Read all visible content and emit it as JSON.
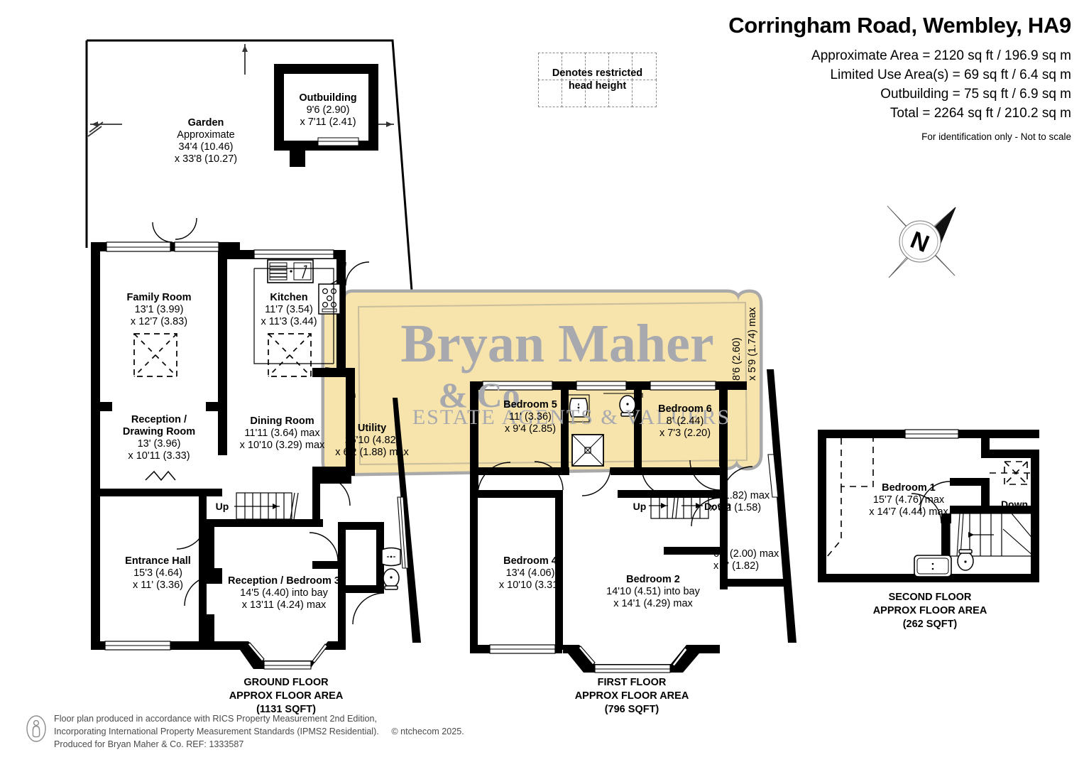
{
  "header": {
    "title": "Corringham Road, Wembley, HA9",
    "areas": [
      "Approximate Area = 2120 sq ft / 196.9 sq m",
      "Limited Use Area(s) = 69 sq ft / 6.4 sq m",
      "Outbuilding = 75 sq ft / 6.9 sq m",
      "Total = 2264 sq ft / 210.2 sq m"
    ],
    "disclaimer": "For identification only - Not to scale"
  },
  "legend": {
    "line1": "Denotes restricted",
    "line2": "head height"
  },
  "watermark": {
    "line1": "Bryan Maher",
    "line2": "& Co",
    "line3": "ESTATE AGENTS & VALUERS",
    "fill": "#F7E3AC",
    "border": "#A9A9A9",
    "text_color": "#A8A9AE"
  },
  "compass": {
    "label": "N"
  },
  "floors": [
    {
      "key": "ground",
      "caption": [
        "GROUND FLOOR",
        "APPROX FLOOR AREA",
        "(1131 SQFT)"
      ]
    },
    {
      "key": "first",
      "caption": [
        "FIRST FLOOR",
        "APPROX FLOOR AREA",
        "(796 SQFT)"
      ]
    },
    {
      "key": "second",
      "caption": [
        "SECOND FLOOR",
        "APPROX FLOOR AREA",
        "(262 SQFT)"
      ]
    }
  ],
  "rooms": {
    "garden": {
      "name": "Garden",
      "d1": "Approximate",
      "d2": "34'4 (10.46)",
      "d3": "x 33'8 (10.27)"
    },
    "outbuilding": {
      "name": "Outbuilding",
      "d1": "9'6 (2.90)",
      "d2": "x 7'11 (2.41)",
      "d3": ""
    },
    "family": {
      "name": "Family Room",
      "d1": "13'1 (3.99)",
      "d2": "x 12'7 (3.83)",
      "d3": ""
    },
    "kitchen": {
      "name": "Kitchen",
      "d1": "11'7 (3.54)",
      "d2": "x 11'3 (3.44)",
      "d3": ""
    },
    "reception": {
      "name": "Reception /",
      "name2": "Drawing Room",
      "d1": "13' (3.96)",
      "d2": "x 10'11 (3.33)"
    },
    "dining": {
      "name": "Dining Room",
      "d1": "11'11 (3.64) max",
      "d2": "x 10'10 (3.29) max",
      "d3": ""
    },
    "utility": {
      "name": "Utility",
      "d1": "15'10 (4.82)",
      "d2": "x 6'2 (1.88) max",
      "d3": ""
    },
    "entrance": {
      "name": "Entrance Hall",
      "d1": "15'3 (4.64)",
      "d2": "x 11' (3.36)",
      "d3": ""
    },
    "bedroom3": {
      "name": "Reception / Bedroom 3",
      "d1": "14'5 (4.40) into bay",
      "d2": "x 13'11 (4.24) max",
      "d3": ""
    },
    "bedroom5": {
      "name": "Bedroom 5",
      "d1": "11' (3.36)",
      "d2": "x 9'4 (2.85)",
      "d3": ""
    },
    "bedroom6": {
      "name": "Bedroom 6",
      "d1": "8' (2.44)",
      "d2": "x 7'3 (2.20)",
      "d3": ""
    },
    "bedroom4": {
      "name": "Bedroom 4",
      "d1": "13'4 (4.06)",
      "d2": "x 10'10 (3.31)",
      "d3": ""
    },
    "bedroom2": {
      "name": "Bedroom 2",
      "d1": "14'10 (4.51) into bay",
      "d2": "x 14'1 (4.29) max",
      "d3": ""
    },
    "bedroom1": {
      "name": "Bedroom 1",
      "d1": "15'7 (4.76) max",
      "d2": "x 14'7 (4.44) max",
      "d3": ""
    },
    "landing_ff": {
      "name": "",
      "d1": "6' (1.82) max",
      "d2": "x 5'2 (1.58)",
      "d3": ""
    },
    "bath_ff": {
      "name": "",
      "d1": "6'7 (2.00) max",
      "d2": "x 6' (1.82)",
      "d3": ""
    },
    "ensuite_ff": {
      "name": "",
      "d1": "8'6 (2.60)",
      "d2": "x 5'9 (1.74) max",
      "d3": ""
    }
  },
  "stairs": {
    "ground_up": "Up",
    "first_up": "Up",
    "first_down": "Down",
    "second_down": "Down"
  },
  "footer": {
    "line1": "Floor plan produced in accordance with RICS Property Measurement 2nd Edition,",
    "line2": "Incorporating International Property Measurement Standards (IPMS2 Residential).",
    "copyright": "© ntchecom 2025.",
    "line3": "Produced for Bryan Maher & Co.   REF:  1333587"
  }
}
